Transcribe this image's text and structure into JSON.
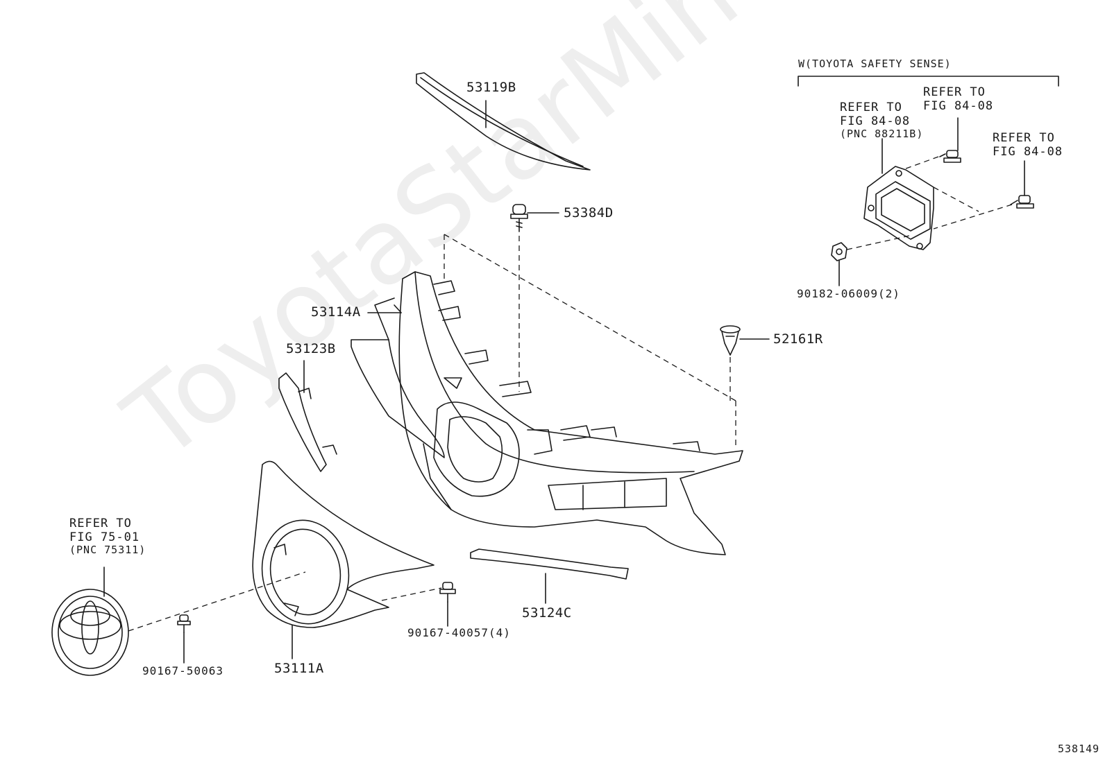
{
  "watermark": "ToyotaStarMine.ru",
  "group_header": "W(TOYOTA SAFETY SENSE)",
  "parts": {
    "p53119B": "53119B",
    "p53384D": "53384D",
    "p53114A": "53114A",
    "p53123B": "53123B",
    "p52161R": "52161R",
    "p53111A": "53111A",
    "p53124C": "53124C",
    "p90167_40057": "90167-40057(4)",
    "p90167_50063": "90167-50063",
    "p90182_06009": "90182-06009(2)"
  },
  "refs": {
    "emblem": [
      "REFER TO",
      "FIG 75-01",
      "(PNC 75311)"
    ],
    "sensor": [
      "REFER TO",
      "FIG 84-08",
      "(PNC 88211B)"
    ],
    "bolt_top": [
      "REFER TO",
      "FIG 84-08"
    ],
    "bolt_right": [
      "REFER TO",
      "FIG 84-08"
    ]
  },
  "illustration_number": "538149",
  "colors": {
    "line": "#1a1a1a",
    "watermark": "#eeeeee",
    "background": "#ffffff"
  }
}
